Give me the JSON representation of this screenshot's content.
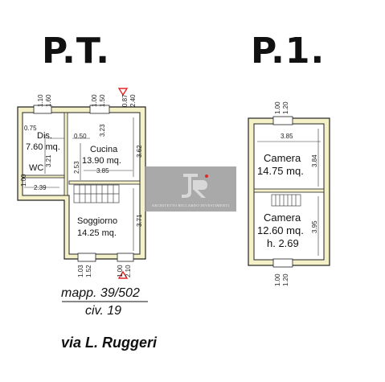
{
  "titles": {
    "ground": "P.T.",
    "first": "P.1."
  },
  "caption": {
    "mapp": "mapp. 39/502",
    "civ": "civ. 19",
    "street": "via L. Ruggeri"
  },
  "watermark": {
    "text": "ARCHITETTO RICCARDO INVESTIMENTI"
  },
  "ground_floor": {
    "rooms": {
      "dis_name": "Dis.",
      "dis_area": "7.60 mq.",
      "wc_name": "WC",
      "cucina_name": "Cucina",
      "cucina_area": "13.90 mq.",
      "soggiorno_name": "Soggiorno",
      "soggiorno_area": "14.25 mq."
    },
    "dims": {
      "top_w1a": "1.10",
      "top_w1b": "1.60",
      "top_w2a": "1.00",
      "top_w2b": "1.50",
      "top_w2c": "3.23",
      "top_w3a": "0.87",
      "top_w3b": "2.40",
      "d075": "0.75",
      "d050": "0.50",
      "d321": "3.21",
      "d253": "2.53",
      "d362": "3.62",
      "d385": "3.85",
      "d100": "1.00",
      "d239": "2.39",
      "d371": "3.71",
      "bot_w1a": "1.03",
      "bot_w1b": "1.52",
      "bot_w2a": "1.00",
      "bot_w2b": "2.10"
    }
  },
  "first_floor": {
    "rooms": {
      "camera1_name": "Camera",
      "camera1_area": "14.75 mq.",
      "camera2_name": "Camera",
      "camera2_area": "12.60 mq.",
      "camera2_h": "h. 2.69"
    },
    "dims": {
      "top_wa": "1.00",
      "top_wb": "1.20",
      "d385": "3.85",
      "d384": "3.84",
      "d395": "3.95",
      "bot_wa": "1.00",
      "bot_wb": "1.20"
    }
  },
  "colors": {
    "wall_fill": "#f4f1c8",
    "wall_line": "#222222",
    "watermark_bg": "#9a9a9a",
    "arrow": "#e0282a"
  }
}
